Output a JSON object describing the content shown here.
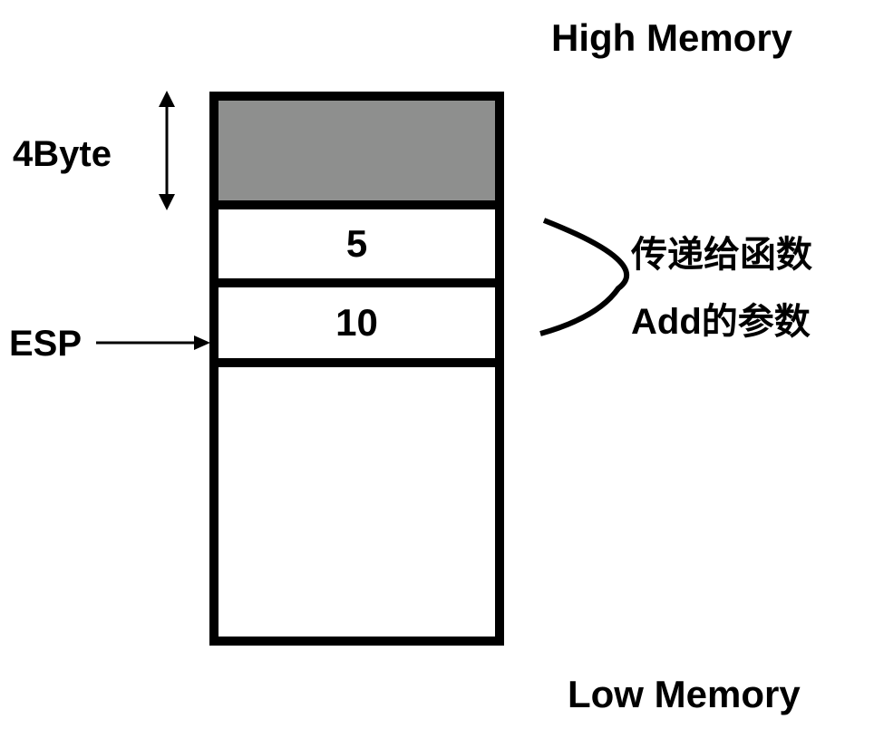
{
  "diagram": {
    "title_top": "High Memory",
    "title_bottom": "Low Memory",
    "cell_size_label": "4Byte",
    "pointer_label": "ESP",
    "stack_cells": [
      {
        "value": "",
        "fill": "#8e8f8e",
        "state": "occupied"
      },
      {
        "value": "5",
        "fill": "#ffffff"
      },
      {
        "value": "10",
        "fill": "#ffffff"
      }
    ],
    "annotation": {
      "line1": "传递给函数",
      "line2": "Add的参数"
    }
  }
}
